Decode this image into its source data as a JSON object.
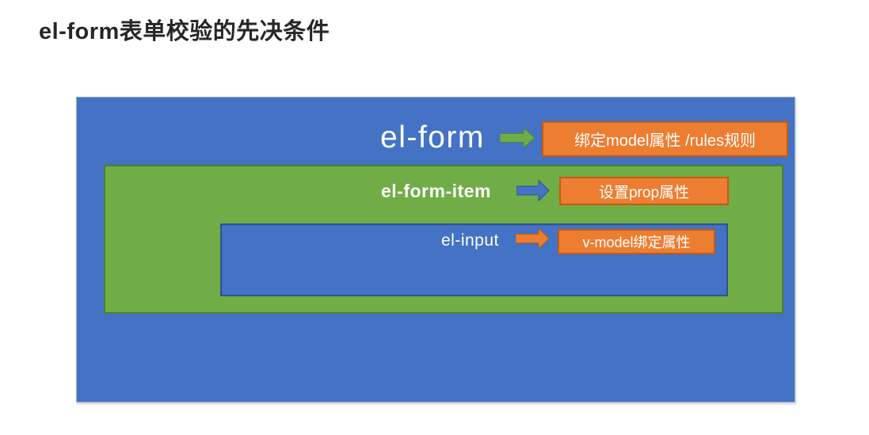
{
  "page": {
    "title": "el-form表单校验的先决条件"
  },
  "colors": {
    "outer_blue": "#4472C4",
    "green": "#70AD47",
    "orange": "#ED7D31",
    "inner_blue_border": "#2F528F",
    "green_border": "#507E32",
    "orange_border": "#C55A11",
    "title_text": "#262626",
    "label_text": "#ffffff"
  },
  "diagram": {
    "rows": [
      {
        "label": "el-form",
        "arrow": "green-right-arrow",
        "box": "绑定model属性 /rules规则"
      },
      {
        "label": "el-form-item",
        "arrow": "blue-right-arrow",
        "box": "设置prop属性"
      },
      {
        "label": "el-input",
        "arrow": "orange-right-arrow",
        "box": "v-model绑定属性"
      }
    ]
  }
}
